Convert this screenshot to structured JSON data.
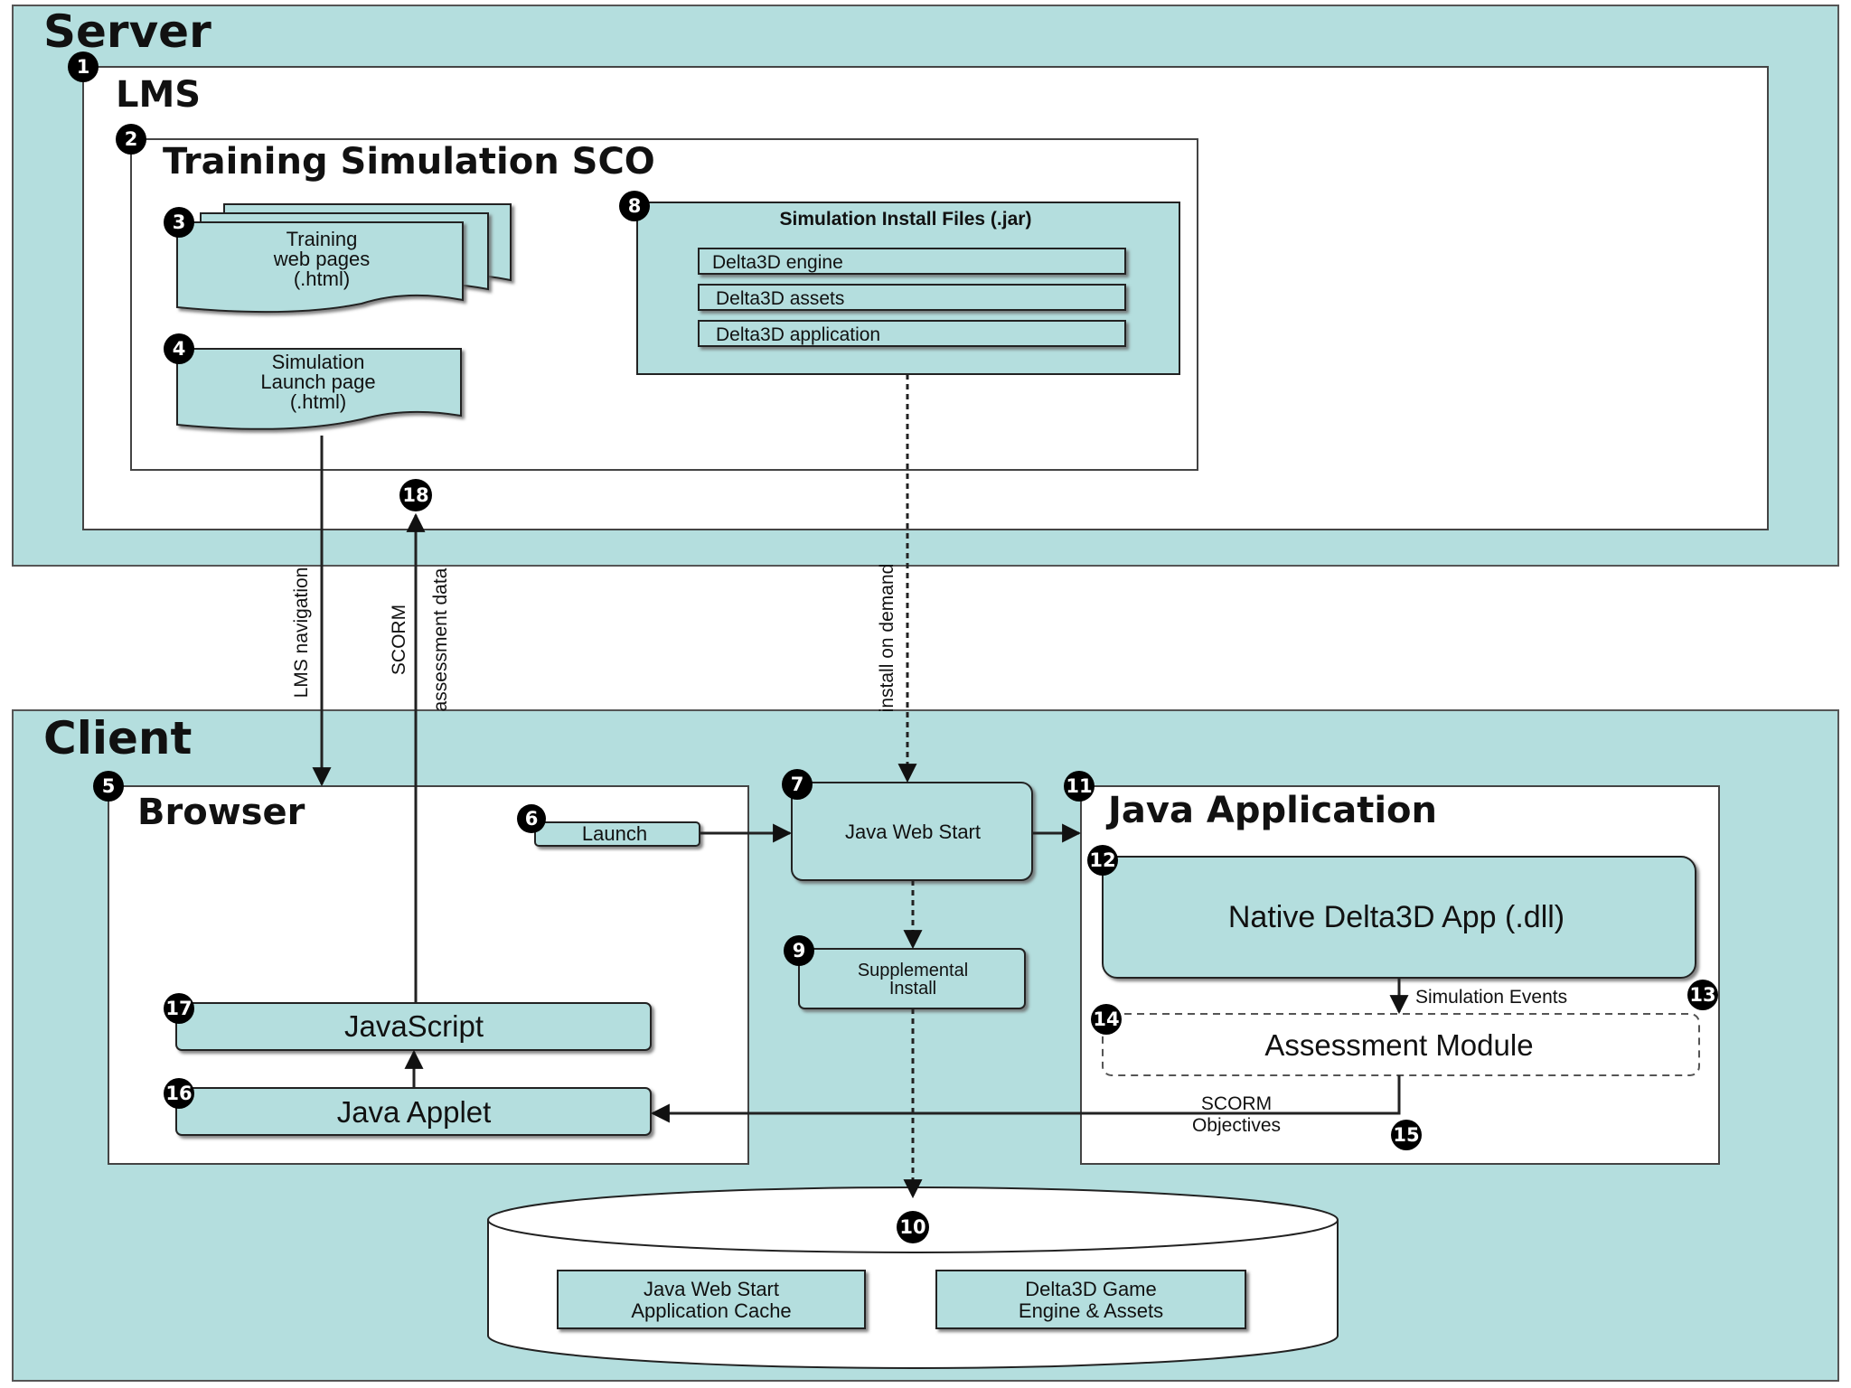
{
  "colors": {
    "zone_fill": "#b4dede",
    "panel_fill": "#ffffff",
    "badge_fill": "#000000",
    "line": "#222222"
  },
  "server": {
    "title": "Server",
    "lms": {
      "title": "LMS",
      "badge": "1"
    },
    "sco": {
      "title": "Training Simulation SCO",
      "badge": "2",
      "web_pages": {
        "badge": "3",
        "line1": "Training",
        "line2": "web pages",
        "line3": "(.html)"
      },
      "launch_page": {
        "badge": "4",
        "line1": "Simulation",
        "line2": "Launch page",
        "line3": "(.html)"
      },
      "install_files": {
        "badge": "8",
        "title": "Simulation Install Files (.jar)",
        "items": [
          "Delta3D engine",
          "Delta3D assets",
          "Delta3D application"
        ]
      }
    },
    "badge_18": "18"
  },
  "edges": {
    "lms_navigation": "LMS navigation",
    "scorm_assessment_line1": "SCORM",
    "scorm_assessment_line2": "assessment data",
    "install_on_demand": "install on demand",
    "simulation_events": "Simulation Events",
    "simulation_events_badge": "13",
    "scorm_objectives_line1": "SCORM",
    "scorm_objectives_line2": "Objectives",
    "scorm_objectives_badge": "15"
  },
  "client": {
    "title": "Client",
    "browser": {
      "title": "Browser",
      "badge": "5",
      "launch": {
        "badge": "6",
        "label": "Launch"
      },
      "javascript": {
        "badge": "17",
        "label": "JavaScript"
      },
      "java_applet": {
        "badge": "16",
        "label": "Java Applet"
      }
    },
    "java_web_start": {
      "badge": "7",
      "label": "Java Web Start"
    },
    "supplemental": {
      "badge": "9",
      "line1": "Supplemental",
      "line2": "Install"
    },
    "java_application": {
      "title": "Java Application",
      "badge": "11",
      "native": {
        "badge": "12",
        "label": "Native Delta3D App (.dll)"
      },
      "assessment": {
        "badge": "14",
        "label": "Assessment Module"
      }
    },
    "storage": {
      "badge": "10",
      "cache_line1": "Java Web Start",
      "cache_line2": "Application Cache",
      "engine_line1": "Delta3D Game",
      "engine_line2": "Engine & Assets"
    }
  }
}
